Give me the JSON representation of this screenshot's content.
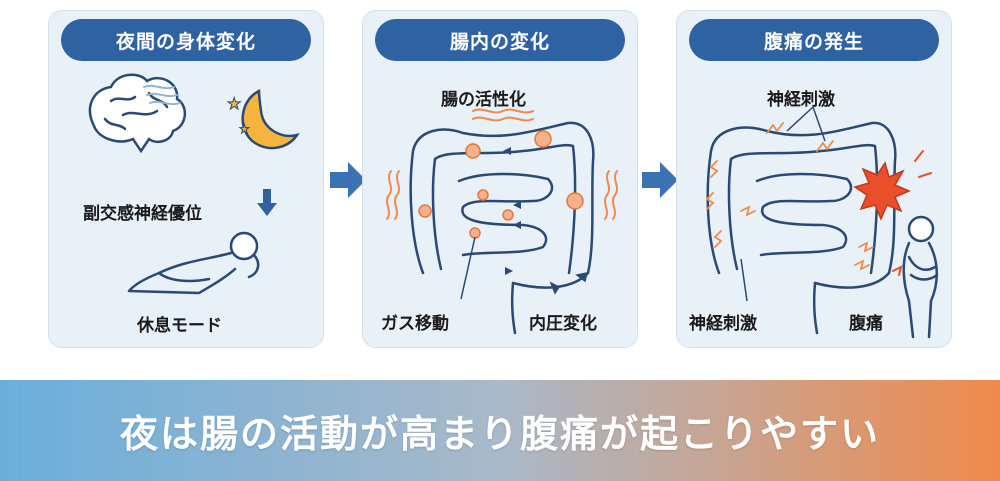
{
  "panels": [
    {
      "title": "夜間の身体変化",
      "labels": {
        "nervous": "副交感神経優位",
        "rest": "休息モード"
      }
    },
    {
      "title": "腸内の変化",
      "labels": {
        "active": "腸の活性化",
        "gas": "ガス移動",
        "pressure": "内圧変化"
      }
    },
    {
      "title": "腹痛の発生",
      "labels": {
        "nerve_top": "神経刺激",
        "nerve_bottom": "神経刺激",
        "pain": "腹痛"
      }
    }
  ],
  "banner": {
    "text": "夜は腸の活動が高まり腹痛が起こりやすい"
  },
  "colors": {
    "primary": "#2e62a3",
    "accent": "#f08a4b",
    "panel_bg": "#e8f0f8"
  }
}
